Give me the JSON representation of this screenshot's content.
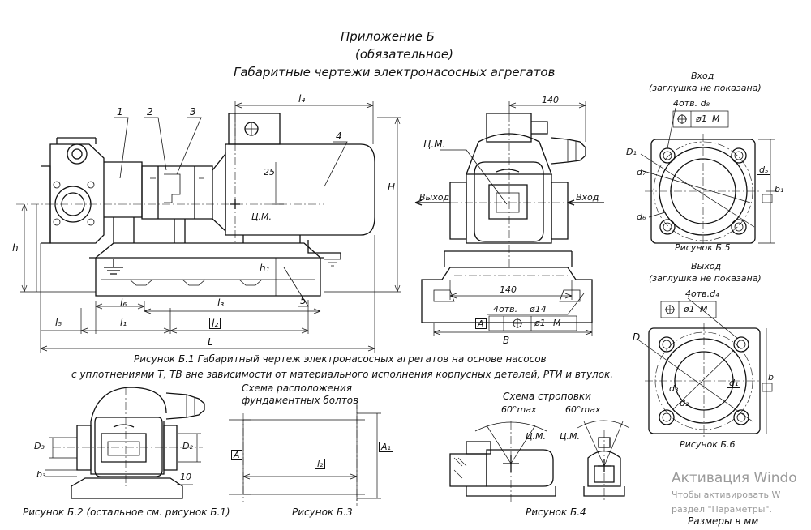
{
  "header": {
    "line1": "Приложение Б",
    "line2": "(обязательное)",
    "line3": "Габаритные чертежи электронасосных агрегатов"
  },
  "fig1": {
    "callouts": [
      "1",
      "2",
      "3",
      "4",
      "5"
    ],
    "dims": {
      "l4": "l₄",
      "H": "H",
      "h": "h",
      "h1": "h₁",
      "d25": "25",
      "l5": "l₅",
      "l1": "l₁",
      "l2": "l₂",
      "l3": "l₃",
      "l6": "l₆",
      "L": "L"
    },
    "cm": "Ц.М.",
    "caption_line1": "Рисунок Б.1 Габаритный чертеж электронасосных агрегатов на основе насосов",
    "caption_line2": "с уплотнениями Т, ТВ вне зависимости от материального исполнения корпусных деталей, РТИ и втулок."
  },
  "side": {
    "dim140_top": "140",
    "dim140_bottom": "140",
    "cm": "Ц.М.",
    "outlet": "Выход",
    "inlet": "Вход",
    "holes": "4отв.",
    "hole_dia": "ø14",
    "tol_box": "ø1",
    "tol_mod": "M",
    "datum": "A",
    "B": "B"
  },
  "fig5": {
    "title1": "Вход",
    "title2": "(заглушка не показана)",
    "holes": "4отв. d₈",
    "tol": "ø1",
    "tol_mod": "M",
    "D1": "D₁",
    "d7": "d₇",
    "d6": "d₆",
    "d5": "d₅",
    "b1": "b₁",
    "caption": "Рисунок Б.5"
  },
  "fig6": {
    "title1": "Выход",
    "title2": "(заглушка не показана)",
    "holes": "4отв.d₄",
    "tol": "ø1",
    "tol_mod": "M",
    "D": "D",
    "d3": "d₃",
    "d2": "d₂",
    "d1": "d₁",
    "b": "b",
    "caption": "Рисунок Б.6"
  },
  "fig2": {
    "D3": "D₃",
    "D2": "D₂",
    "b3": "b₃",
    "d10": "10",
    "caption": "Рисунок Б.2 (остальное см. рисунок Б.1)"
  },
  "fig3": {
    "title1": "Схема расположения",
    "title2": "фундаментных болтов",
    "A": "A",
    "A1": "A₁",
    "l2": "l₂",
    "caption": "Рисунок Б.3"
  },
  "fig4": {
    "title": "Схема строповки",
    "angle1": "60°max",
    "angle2": "60°max",
    "cm1": "Ц.М.",
    "cm2": "Ц.М.",
    "caption": "Рисунок Б.4"
  },
  "footer": {
    "sizes": "Размеры в мм"
  },
  "watermark": {
    "title": "Активация Windo",
    "line1": "Чтобы активировать W",
    "line2": "раздел \"Параметры\"."
  }
}
